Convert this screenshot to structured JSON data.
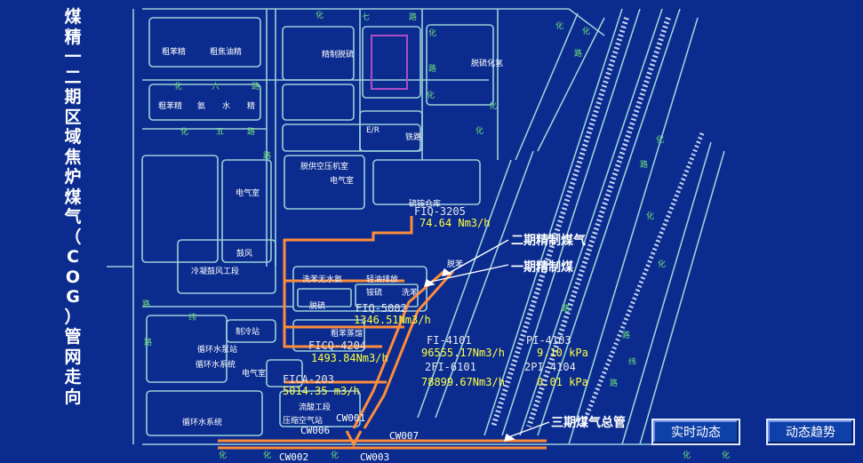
{
  "title_chars": [
    "煤",
    "精",
    "一",
    "二",
    "期",
    "区",
    "域",
    "焦",
    "炉",
    "煤",
    "气",
    "（",
    "C",
    "O",
    "G",
    "）",
    "管",
    "网",
    "走",
    "向"
  ],
  "buildings": {
    "b1a": "粗苯精",
    "b1b": "粗焦油精",
    "b2a": "粗苯精",
    "b2b": "氨",
    "b2c": "水",
    "b2d": "精",
    "b3": "精制脱硫",
    "b4": "脱硫化氢",
    "b5a": "E/R",
    "b5b": "铁路",
    "b6": "脱供空压机室",
    "b7": "电气室",
    "b8": "硫铵仓库",
    "b9": "电气室",
    "b10": "鼓风",
    "b11": "冷凝鼓风工段",
    "b12": "洗苯无水氨",
    "b13": "轻油排放",
    "b14": "脱硫",
    "b15": "铵硫",
    "b16": "洗苯",
    "b17": "粗苯蒸馏",
    "b18": "制冷站",
    "b19": "循环水泵站",
    "b20": "循环水系统",
    "b21": "电气室",
    "b22": "流酸工段",
    "b23": "循环水系统",
    "b24": "压缩空气站",
    "b25": "脱苯"
  },
  "roads": {
    "r1": "化",
    "r2": "七",
    "r3": "路",
    "r4": "化",
    "r5": "六",
    "r6": "路",
    "r7": "化",
    "r8": "五",
    "r9": "路",
    "r10": "路",
    "r11": "化",
    "r12": "路",
    "r13": "化",
    "r14": "化",
    "r15": "路",
    "r16": "化",
    "r17": "化",
    "r18": "路",
    "r19": "纬",
    "r20": "路",
    "r21": "化",
    "r22": "化",
    "r23": "化",
    "r24": "化",
    "r25": "路",
    "r26": "化",
    "r27": "化",
    "r28": "路",
    "r29": "纬",
    "r30": "路",
    "r31": "化",
    "r32": "化",
    "r33": "路",
    "r34": "化"
  },
  "instruments": {
    "fiq3205": {
      "tag": "FIQ-3205",
      "value": "74.64 Nm3/h"
    },
    "fiq5002": {
      "tag": "FIQ-5002",
      "value": "1346.51Nm3/h"
    },
    "ficq4204": {
      "tag": "FICQ-4204",
      "value": "1493.84Nm3/h"
    },
    "fica203": {
      "tag": "FICA-203",
      "value": "5014.35 m3/h"
    },
    "fi4101": {
      "tag": "FI-4101",
      "value": "96555.17Nm3/h"
    },
    "pi4103": {
      "tag": "PI-4103",
      "value": "9.10  kPa"
    },
    "fi6101": {
      "tag": "2FI-6101",
      "value": "78899.67Nm3/h"
    },
    "pi4104": {
      "tag": "2PI-4104",
      "value": "0.01  kPa"
    }
  },
  "pipelines": {
    "phase2": "二期精制煤气",
    "phase1": "一期精制煤",
    "phase3": "三期煤气总管"
  },
  "valves": {
    "cw001": "CW001",
    "cw006": "CW006",
    "cw007": "CW007",
    "cw002": "CW002",
    "cw003": "CW003"
  },
  "buttons": {
    "realtime": "实时动态",
    "trend": "动态趋势"
  },
  "colors": {
    "background": "#0b2c8e",
    "outline": "#9ad0d8",
    "road_text": "#6fe07a",
    "pipe": "#ff8c3a",
    "value": "#ffff40"
  }
}
